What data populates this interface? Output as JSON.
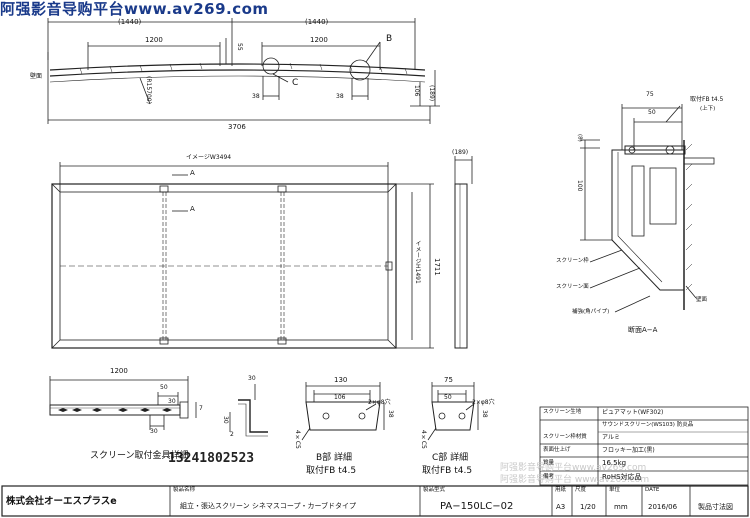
{
  "watermark_top": "阿强影音导购平台www.av269.com",
  "watermark_phone": "13241802523",
  "watermark_bottom_1": "阿强影音导购平台www.av269.com",
  "watermark_bottom_2": "阿强影音导购平台 www.av269.com",
  "top_view": {
    "dim_1440_left": "(1440)",
    "dim_1440_right": "(1440)",
    "dim_1200_left": "1200",
    "dim_1200_right": "1200",
    "dim_55": "55",
    "label_b": "B",
    "label_c": "C",
    "label_wall": "壁面",
    "radius": "(R15700)",
    "dim_38_left": "38",
    "dim_38_right": "38",
    "dim_106": "106",
    "dim_189": "(189)",
    "dim_3706": "3706"
  },
  "front_view": {
    "image_width": "イメージW3494",
    "image_height": "イメージH1491",
    "dim_1711": "1711",
    "section_a_upper": "A",
    "section_a_lower": "A"
  },
  "side_view": {
    "dim_189": "(189)"
  },
  "section_view": {
    "dim_75": "75",
    "dim_50": "50",
    "dim_8": "(8)",
    "dim_100": "100",
    "fb_label": "取付FB t4.5",
    "fb_sub": "(上下)",
    "label_screen_frame": "スクリーン枠",
    "label_screen_surface": "スクリーン面",
    "label_reinforce": "補強(角パイプ)",
    "label_wall": "壁面",
    "title": "断面A−A"
  },
  "rail_detail": {
    "dim_1200": "1200",
    "dim_50": "50",
    "dim_30": "30",
    "dim_7": "7",
    "dim_30_bottom": "30",
    "caption": "スクリーン取付金具詳細"
  },
  "angle_detail": {
    "dim_30": "30",
    "dim_30_side": "30",
    "dim_2": "2"
  },
  "b_detail": {
    "dim_130": "130",
    "dim_106": "106",
    "dim_38": "38",
    "hole": "2×φ8穴",
    "chamfer": "4×C5",
    "title_1": "B部 詳細",
    "title_2": "取付FB t4.5"
  },
  "c_detail": {
    "dim_75": "75",
    "dim_50": "50",
    "dim_38": "38",
    "hole": "2×φ8穴",
    "chamfer": "4×C5",
    "title_1": "C部 詳細",
    "title_2": "取付FB t4.5"
  },
  "spec_table": {
    "rows": [
      {
        "label": "スクリーン生地",
        "value": "ピュアマット(WF302)"
      },
      {
        "label": "",
        "value": "サウンドスクリーン(WS103)  防炎品"
      },
      {
        "label": "スクリーン枠材質",
        "value": "アルミ"
      },
      {
        "label": "表面仕上げ",
        "value": "フロッキー加工(黒)"
      },
      {
        "label": "質量",
        "value": "16.5kg"
      },
      {
        "label": "備考",
        "value": "RoHS対応品"
      }
    ]
  },
  "title_block": {
    "maker": "株式会社オーエスプラスe",
    "product_label": "製品名称",
    "product_name": "組立・張込スクリーン  シネマスコープ・カーブドタイプ",
    "model_label": "製品型式",
    "model": "PA−150LC−02",
    "size_label": "用紙",
    "size": "A3",
    "scale_label": "尺度",
    "scale": "1/20",
    "unit_label": "単位",
    "unit": "mm",
    "date_label": "DATE",
    "date": "2016/06",
    "doc_type": "製品寸法図"
  }
}
